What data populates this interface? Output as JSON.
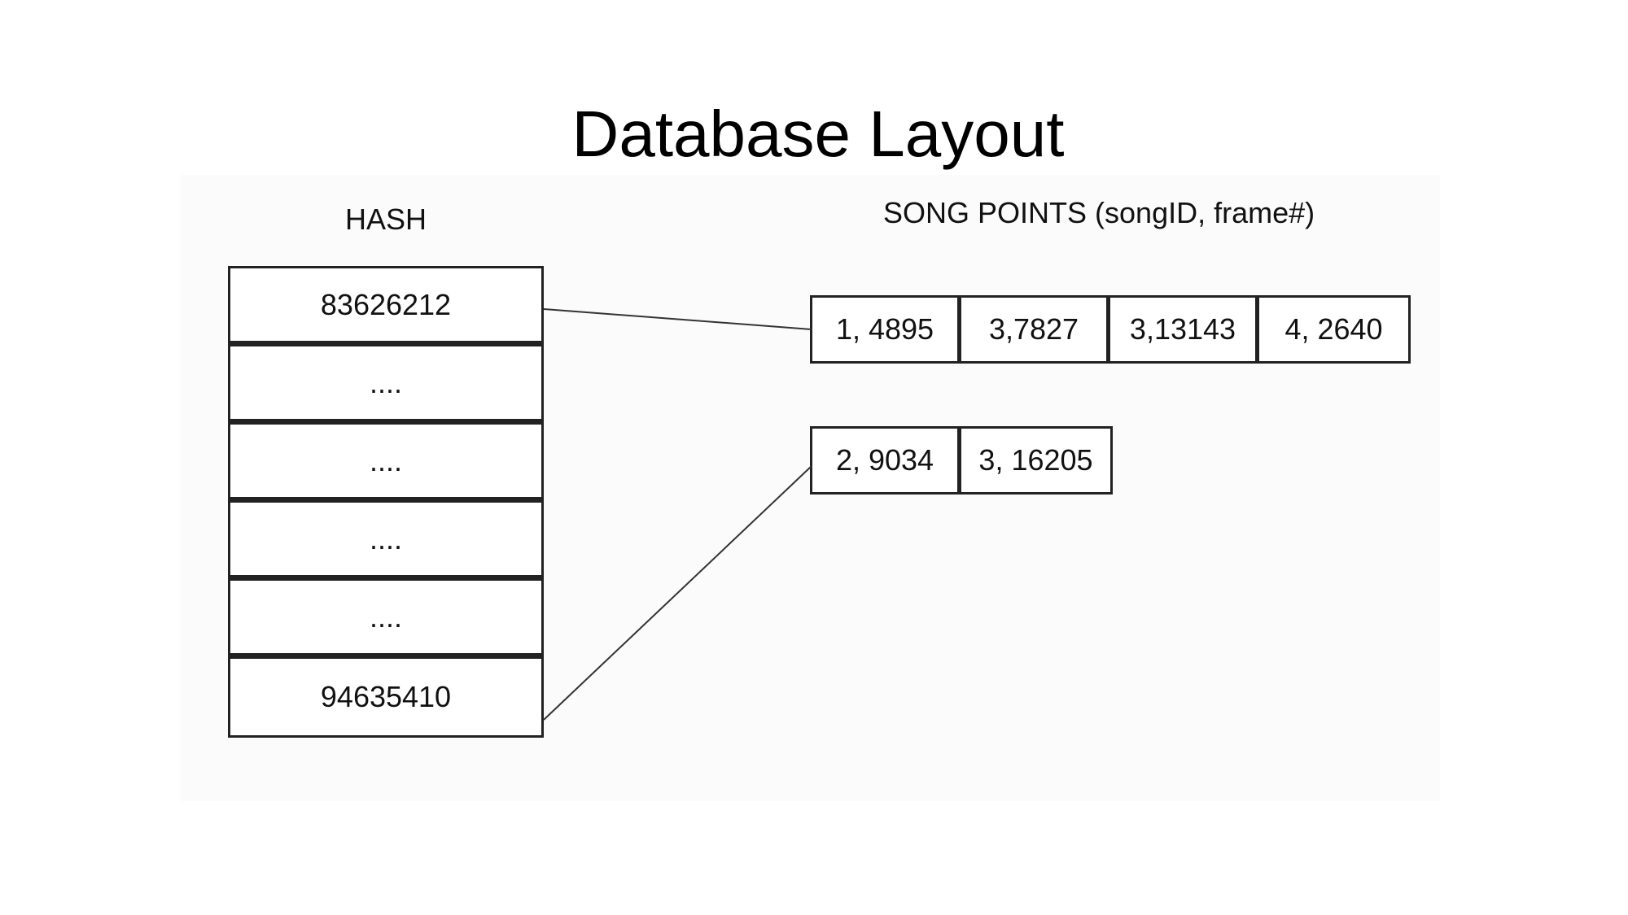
{
  "title": "Database Layout",
  "hash_label": "HASH",
  "points_label": "SONG POINTS (songID, frame#)",
  "hash_rows": [
    "83626212",
    "....",
    "....",
    "....",
    "....",
    "94635410"
  ],
  "song_lists": [
    {
      "hash_row": 0,
      "points": [
        "1, 4895",
        "3,7827",
        "3,13143",
        "4, 2640"
      ]
    },
    {
      "hash_row": 5,
      "points": [
        "2, 9034",
        "3, 16205"
      ]
    }
  ]
}
